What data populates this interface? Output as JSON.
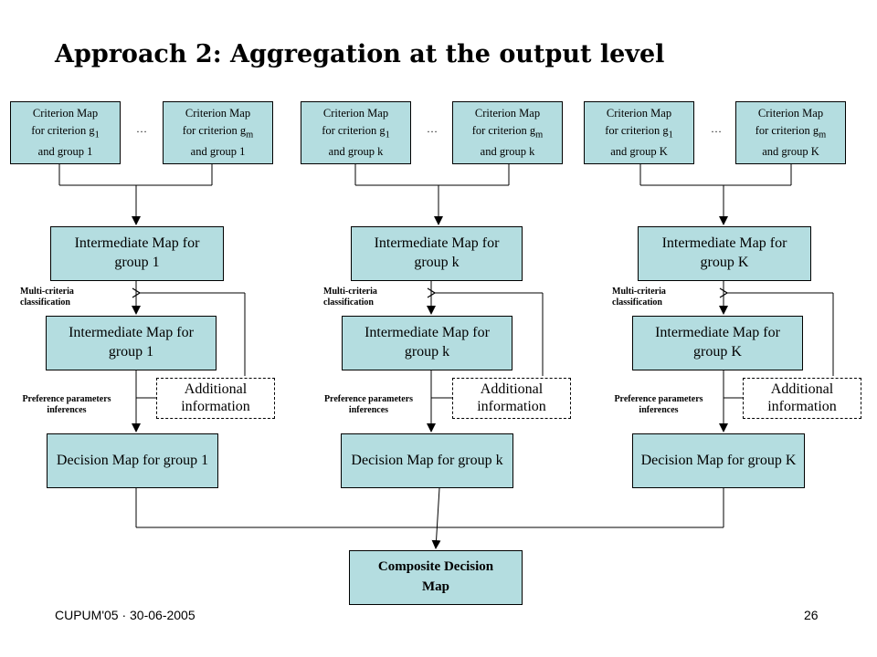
{
  "title": "Approach 2: Aggregation at the output level",
  "groups": [
    {
      "crit_first": [
        "Criterion Map",
        "for criterion g",
        "1",
        "and group 1"
      ],
      "crit_last": [
        "Criterion Map",
        "for criterion g",
        "m",
        "and group 1"
      ],
      "ellipsis": "…",
      "inter1": "Intermediate Map for group 1",
      "inter2": "Intermediate Map for group 1",
      "label_mc": "Multi-criteria classification",
      "label_pp": "Preference parameters inferences",
      "additional": "Additional information",
      "decision": "Decision Map for group 1"
    },
    {
      "crit_first": [
        "Criterion Map",
        "for criterion g",
        "1",
        "and group k"
      ],
      "crit_last": [
        "Criterion Map",
        "for criterion g",
        "m",
        "and group k"
      ],
      "ellipsis": "…",
      "inter1": "Intermediate Map for group k",
      "inter2": "Intermediate Map for group k",
      "label_mc": "Multi-criteria classification",
      "label_pp": "Preference parameters inferences",
      "additional": "Additional information",
      "decision": "Decision Map for group k"
    },
    {
      "crit_first": [
        "Criterion Map",
        "for criterion g",
        "1",
        "and group K"
      ],
      "crit_last": [
        "Criterion Map",
        "for criterion g",
        "m",
        "and group K"
      ],
      "ellipsis": "…",
      "inter1": "Intermediate Map for group K",
      "inter2": "Intermediate Map for group K",
      "label_mc": "Multi-criteria classification",
      "label_pp": "Preference parameters inferences",
      "additional": "Additional information",
      "decision": "Decision Map for group K"
    }
  ],
  "composite_line1": "Composite Decision",
  "composite_line2": "Map",
  "footer_left": "CUPUM'05 · 30-06-2005",
  "footer_right": "26",
  "colors": {
    "box_fill": "#b4dde0",
    "line": "#000000",
    "background": "#ffffff"
  }
}
